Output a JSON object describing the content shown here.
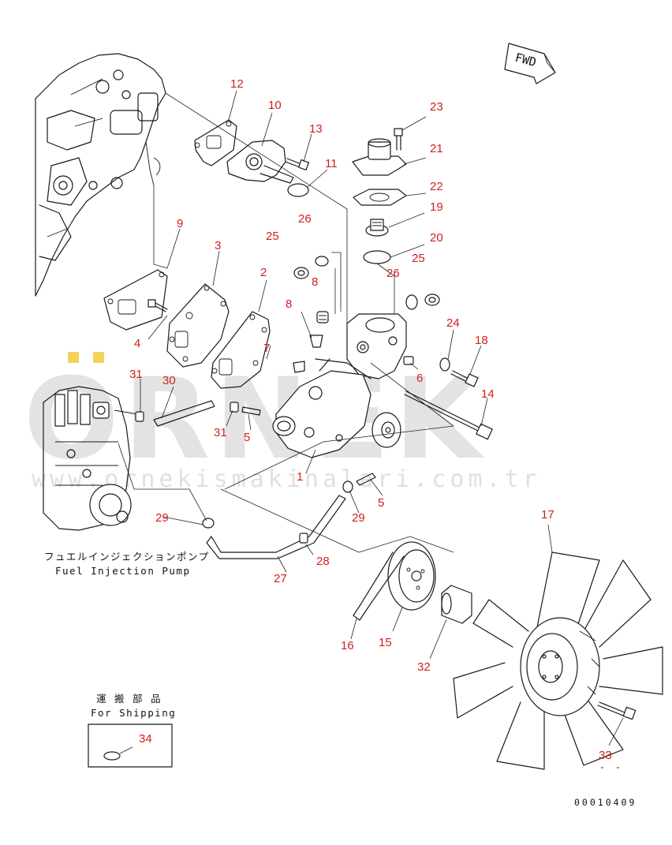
{
  "watermark": {
    "brand": "ORNEK",
    "url": "www.ornekismakinalari.com.tr",
    "accent_color": "#f2d35a"
  },
  "direction_marker": {
    "label": "FWD"
  },
  "callouts": [
    {
      "id": "c12",
      "label": "12"
    },
    {
      "id": "c10",
      "label": "10"
    },
    {
      "id": "c13",
      "label": "13"
    },
    {
      "id": "c11",
      "label": "11"
    },
    {
      "id": "c23",
      "label": "23"
    },
    {
      "id": "c21",
      "label": "21"
    },
    {
      "id": "c22",
      "label": "22"
    },
    {
      "id": "c19",
      "label": "19"
    },
    {
      "id": "c20",
      "label": "20"
    },
    {
      "id": "c25b",
      "label": "25"
    },
    {
      "id": "c26b",
      "label": "26"
    },
    {
      "id": "c26a",
      "label": "26"
    },
    {
      "id": "c25a",
      "label": "25"
    },
    {
      "id": "c8a",
      "label": "8"
    },
    {
      "id": "c9",
      "label": "9"
    },
    {
      "id": "c3",
      "label": "3"
    },
    {
      "id": "c2",
      "label": "2"
    },
    {
      "id": "c8b",
      "label": "8"
    },
    {
      "id": "c4",
      "label": "4"
    },
    {
      "id": "c7",
      "label": "7"
    },
    {
      "id": "c24",
      "label": "24"
    },
    {
      "id": "c18",
      "label": "18"
    },
    {
      "id": "c6",
      "label": "6"
    },
    {
      "id": "c14",
      "label": "14"
    },
    {
      "id": "c31a",
      "label": "31"
    },
    {
      "id": "c30",
      "label": "30"
    },
    {
      "id": "c31b",
      "label": "31"
    },
    {
      "id": "c5a",
      "label": "5"
    },
    {
      "id": "c1",
      "label": "1"
    },
    {
      "id": "c5b",
      "label": "5"
    },
    {
      "id": "c29a",
      "label": "29"
    },
    {
      "id": "c29b",
      "label": "29"
    },
    {
      "id": "c17",
      "label": "17"
    },
    {
      "id": "c28",
      "label": "28"
    },
    {
      "id": "c27",
      "label": "27"
    },
    {
      "id": "c16",
      "label": "16"
    },
    {
      "id": "c15",
      "label": "15"
    },
    {
      "id": "c32",
      "label": "32"
    },
    {
      "id": "c34",
      "label": "34"
    },
    {
      "id": "c33",
      "label": "33"
    }
  ],
  "captions": {
    "pump_jp": "フュエルインジェクションポンプ",
    "pump_en": "Fuel Injection Pump",
    "shipping_jp": "運 搬 部 品",
    "shipping_en": "For Shipping"
  },
  "doc_number": "00010409",
  "dash_marks": "- -",
  "callout_color": "#d12020"
}
